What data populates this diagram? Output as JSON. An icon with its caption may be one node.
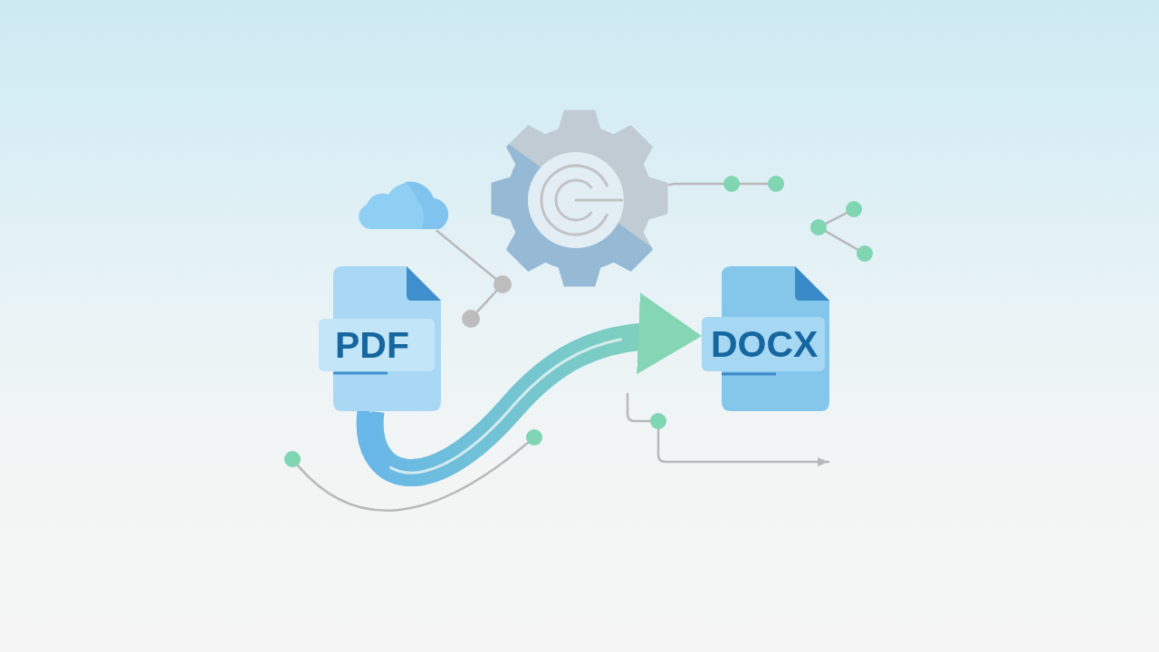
{
  "diagram": {
    "nodes": [
      {
        "text": [],
        "shape": "cloud"
      },
      {
        "text": [],
        "shape": "circle"
      },
      {
        "text": [],
        "shape": "circle"
      },
      {
        "text": [],
        "shape": "gear"
      },
      {
        "text": [],
        "shape": "circle"
      },
      {
        "text": [],
        "shape": "circle"
      },
      {
        "text": [],
        "shape": "circle"
      },
      {
        "text": [],
        "shape": "circle"
      },
      {
        "text": [],
        "shape": "circle"
      },
      {
        "text": [
          "PDF"
        ]
      },
      {
        "text": [
          "DOCX"
        ]
      },
      {
        "text": [],
        "shape": "circle"
      },
      {
        "text": [],
        "shape": "circle"
      },
      {
        "text": [],
        "shape": "circle"
      }
    ],
    "edges": [
      {
        "from": 9,
        "to": 10,
        "arrow": "to",
        "style": "thick",
        "color": "#84d6b4"
      },
      {
        "from": 0,
        "to": 1,
        "arrow": "none"
      },
      {
        "from": 1,
        "to": 2,
        "arrow": "none"
      },
      {
        "from": 3,
        "to": 4,
        "arrow": "none"
      },
      {
        "from": 4,
        "to": 5,
        "arrow": "none"
      },
      {
        "from": 6,
        "to": 7,
        "arrow": "none"
      },
      {
        "from": 6,
        "to": 8,
        "arrow": "none"
      },
      {
        "from": 11,
        "to": 12,
        "arrow": "none"
      },
      {
        "from": null,
        "to": 13,
        "arrow": "none"
      },
      {
        "from": 13,
        "to": null,
        "arrow": "to"
      }
    ]
  }
}
